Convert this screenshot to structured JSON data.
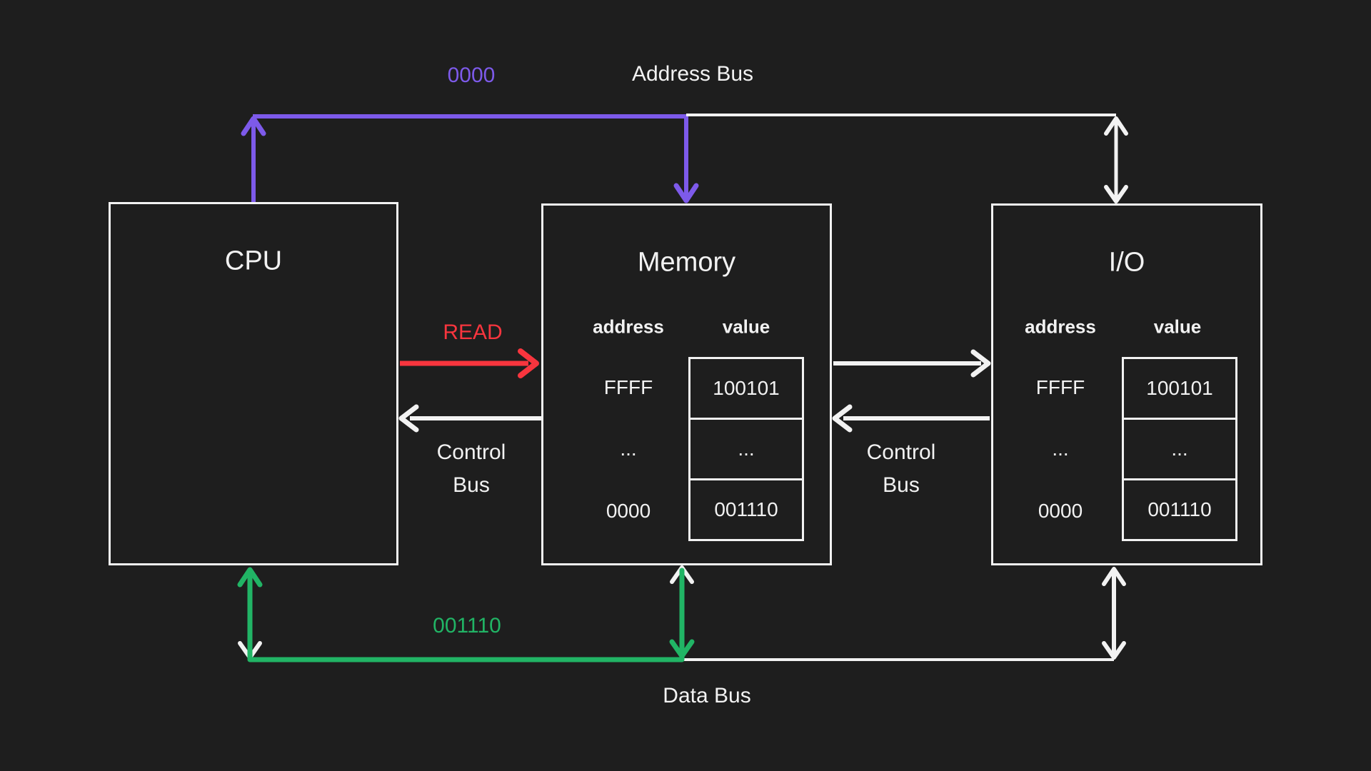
{
  "colors": {
    "background": "#1e1e1e",
    "wire_white": "#f2f2f2",
    "address_purple": "#7d5aea",
    "data_green": "#21b465",
    "signal_red": "#f8353e"
  },
  "buses": {
    "address": {
      "label": "Address Bus",
      "current_value": "0000"
    },
    "data": {
      "label": "Data Bus",
      "current_value": "001110"
    },
    "control_cpu_memory": {
      "label_line1": "Control",
      "label_line2": "Bus",
      "signal": "READ"
    },
    "control_memory_io": {
      "label_line1": "Control",
      "label_line2": "Bus"
    }
  },
  "cpu": {
    "title": "CPU"
  },
  "memory": {
    "title": "Memory",
    "col_address": "address",
    "col_value": "value",
    "rows": [
      {
        "address": "FFFF",
        "value": "100101"
      },
      {
        "address": "...",
        "value": "..."
      },
      {
        "address": "0000",
        "value": "001110"
      }
    ]
  },
  "io": {
    "title": "I/O",
    "col_address": "address",
    "col_value": "value",
    "rows": [
      {
        "address": "FFFF",
        "value": "100101"
      },
      {
        "address": "...",
        "value": "..."
      },
      {
        "address": "0000",
        "value": "001110"
      }
    ]
  }
}
